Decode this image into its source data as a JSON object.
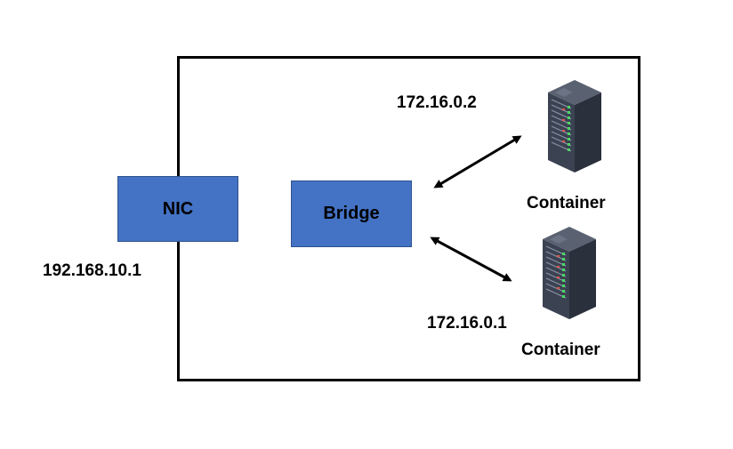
{
  "nic": {
    "label": "NIC",
    "ip": "192.168.10.1"
  },
  "bridge": {
    "label": "Bridge"
  },
  "containers": [
    {
      "label": "Container",
      "ip": "172.16.0.2",
      "icon": "server-rack-icon"
    },
    {
      "label": "Container",
      "ip": "172.16.0.1",
      "icon": "server-rack-icon"
    }
  ],
  "colors": {
    "box_fill": "#4472c4",
    "box_border": "#2f528f",
    "frame": "#000000",
    "server_body": "#3b4251",
    "server_led_green": "#4cd964",
    "server_led_red": "#e0584e"
  }
}
